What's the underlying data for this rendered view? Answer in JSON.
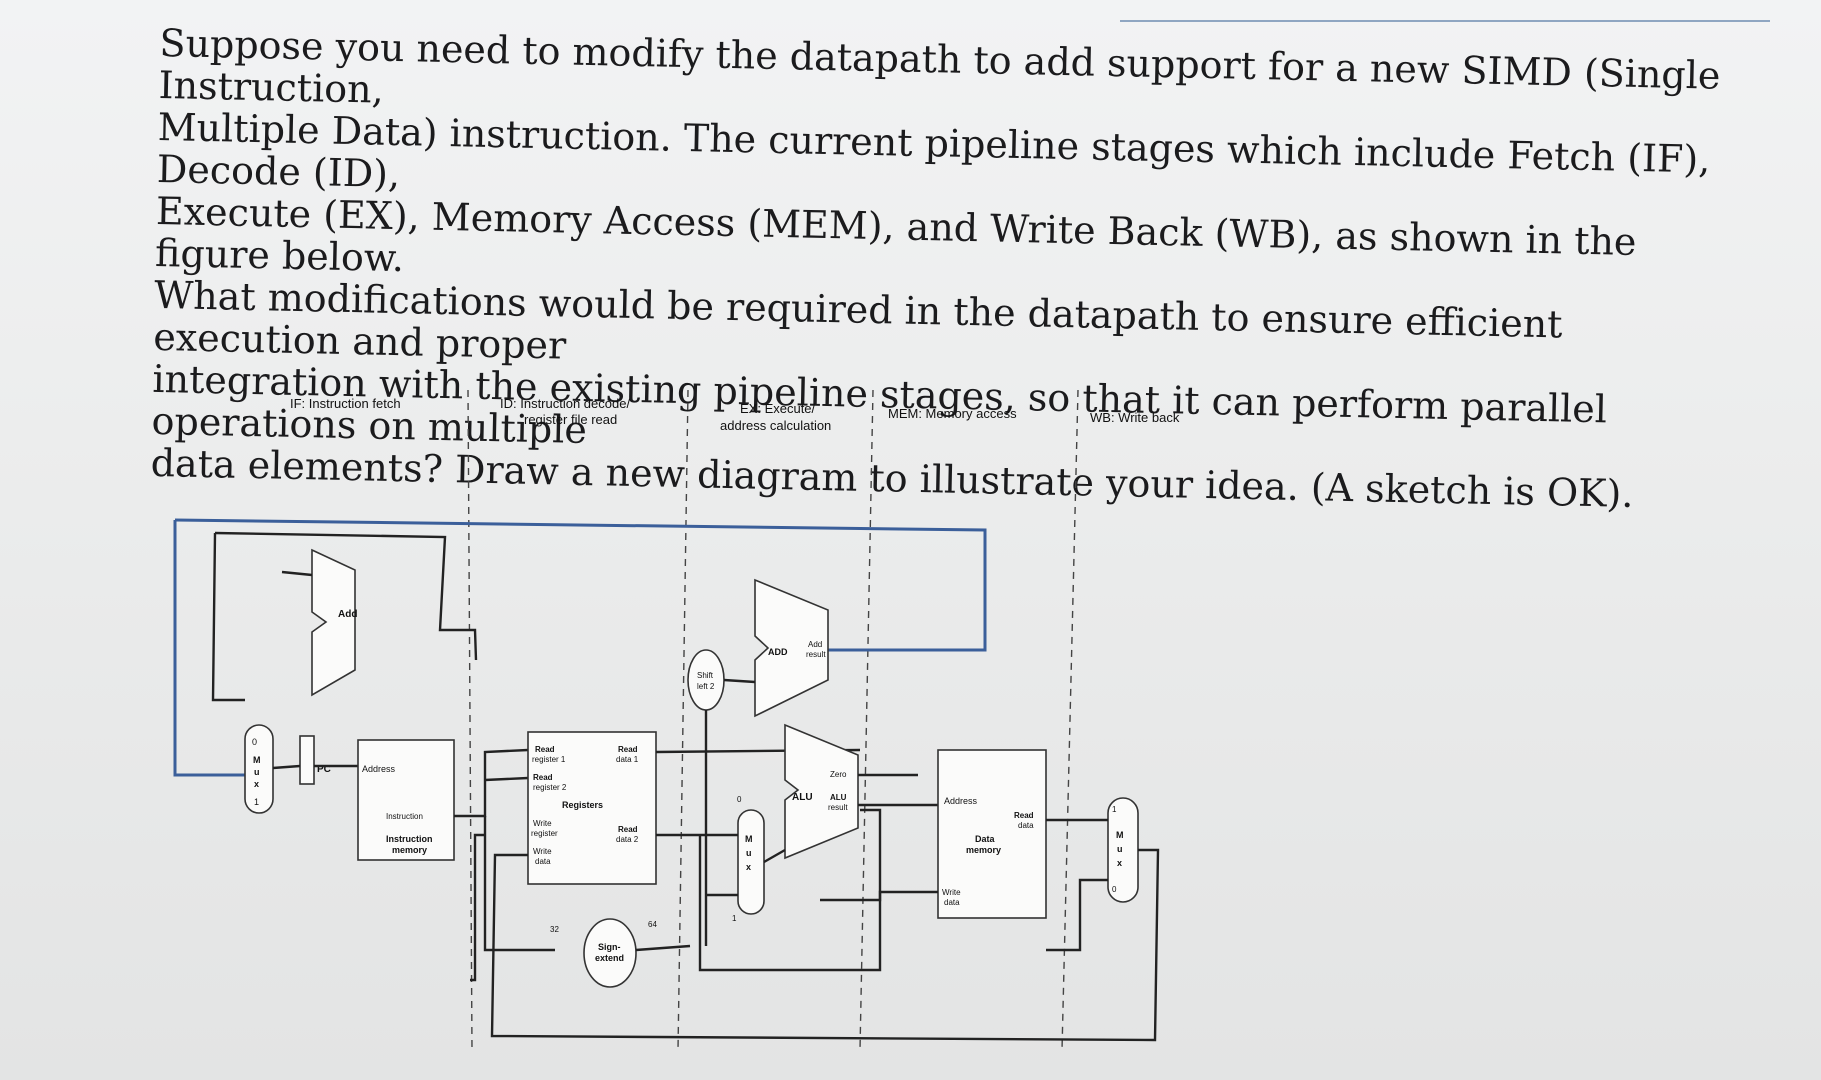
{
  "question": {
    "lines": [
      "Suppose you need to modify the datapath to add support for a new SIMD (Single Instruction,",
      "Multiple Data) instruction. The current pipeline stages which include Fetch (IF), Decode (ID),",
      "Execute (EX), Memory Access (MEM), and Write Back (WB), as shown in the figure below.",
      "What modifications would be required in the datapath to ensure efficient execution and proper",
      "integration with the existing pipeline stages, so that it can perform parallel operations on multiple",
      "data elements? Draw a new diagram to illustrate your idea. (A sketch is OK)."
    ]
  },
  "stages": {
    "if": "IF: Instruction fetch",
    "id_line1": "ID: Instruction decode/",
    "id_line2": "register file read",
    "ex_line1": "EX: Execute/",
    "ex_line2": "address calculation",
    "mem": "MEM: Memory access",
    "wb": "WB: Write back"
  },
  "datapath": {
    "add": "Add",
    "pc": "PC",
    "address": "Address",
    "instruction": "Instruction",
    "instr_mem_1": "Instruction",
    "instr_mem_2": "memory",
    "read_reg1_a": "Read",
    "read_reg1_b": "register 1",
    "read_reg2_a": "Read",
    "read_reg2_b": "register 2",
    "registers": "Registers",
    "write_reg_a": "Write",
    "write_reg_b": "register",
    "write_data_a": "Write",
    "write_data_b": "data",
    "read_data1_a": "Read",
    "read_data1_b": "data 1",
    "read_data2_a": "Read",
    "read_data2_b": "data 2",
    "sign_extend_a": "Sign-",
    "sign_extend_b": "extend",
    "bits_32": "32",
    "bits_64": "64",
    "shift_a": "Shift",
    "shift_b": "left 2",
    "adder_add": "ADD",
    "add_result_a": "Add",
    "add_result_b": "result",
    "alu": "ALU",
    "zero": "Zero",
    "alu_result_a": "ALU",
    "alu_result_b": "result",
    "dm_address": "Address",
    "dm_read_a": "Read",
    "dm_read_b": "data",
    "dm_name_a": "Data",
    "dm_name_b": "memory",
    "dm_write_a": "Write",
    "dm_write_b": "data",
    "mux_m": "M",
    "mux_u": "u",
    "mux_x": "x",
    "in_0": "0",
    "in_1": "1"
  }
}
